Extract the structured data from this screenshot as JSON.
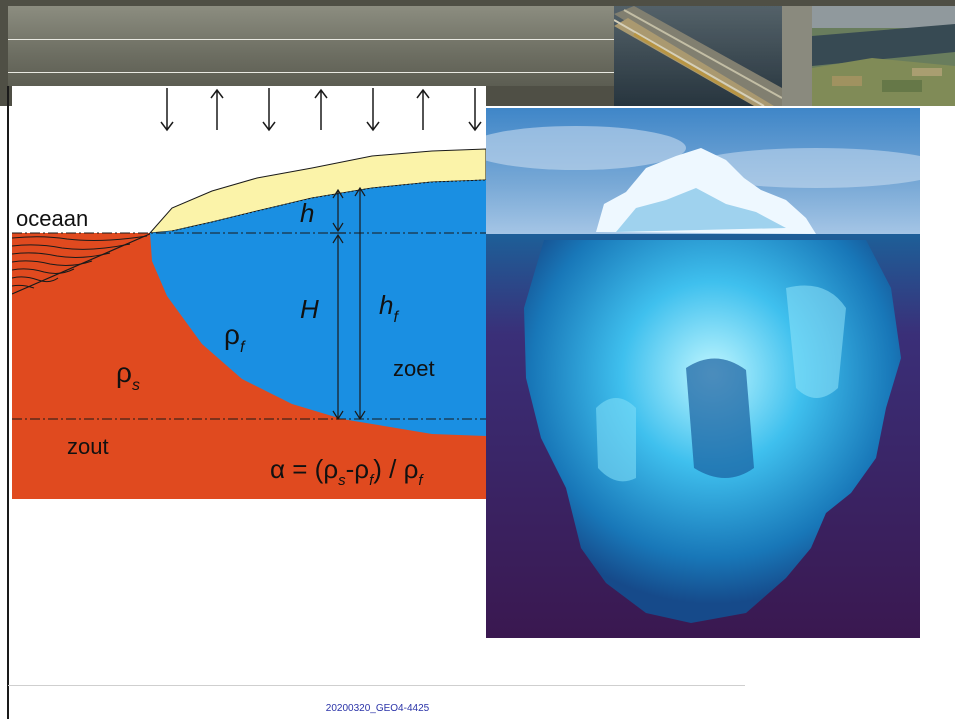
{
  "diagram": {
    "label_ocean": "oceaan",
    "label_h": "h",
    "label_H": "H",
    "label_hf": "h",
    "label_hf_sub": "f",
    "label_rho_f": "ρ",
    "label_rho_f_sub": "f",
    "label_rho_s": "ρ",
    "label_rho_s_sub": "s",
    "label_fresh": "zoet",
    "label_salt": "zout",
    "formula": {
      "a": "α = (ρ",
      "s": "s",
      "b": "-ρ",
      "f1": "f",
      "c": ") / ρ",
      "f2": "f"
    },
    "arrows": [
      "down",
      "up",
      "down",
      "up",
      "down",
      "up",
      "down"
    ],
    "colors": {
      "salt": "#e04a1f",
      "fresh": "#1a8fe2",
      "land": "#fbf3a9"
    }
  },
  "footer": {
    "code": "20200320_GEO4-4425"
  }
}
